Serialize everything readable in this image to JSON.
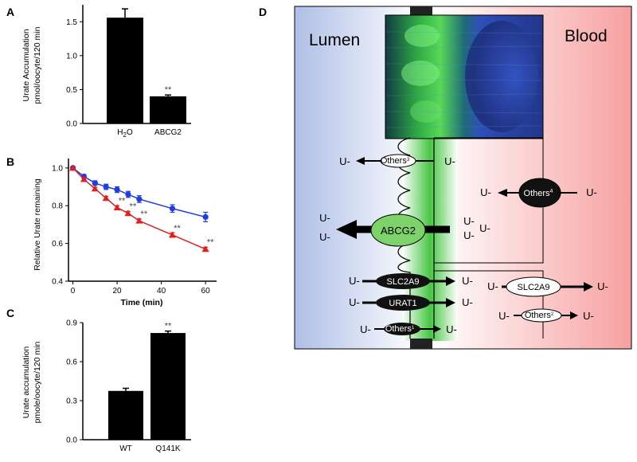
{
  "chart_data": [
    {
      "id": "A",
      "type": "bar",
      "title": "",
      "panel_label": "A",
      "categories": [
        "H2O",
        "ABCG2"
      ],
      "values": [
        1.56,
        0.4
      ],
      "errors": [
        0.13,
        0.02
      ],
      "significance": [
        "",
        "**"
      ],
      "ylabel_line1": "Urate Accumulation",
      "ylabel_line2": "pmol/oocyte/120 min",
      "ylim": [
        0,
        1.75
      ],
      "yticks": [
        "0.0",
        "0.5",
        "1.0",
        "1.5"
      ],
      "ytick_values": [
        0,
        0.5,
        1.0,
        1.5
      ],
      "bar_color": "#000000"
    },
    {
      "id": "B",
      "type": "line",
      "panel_label": "B",
      "xlabel": "Time (min)",
      "ylabel": "Relative Urate remaining",
      "xlim": [
        -2,
        65
      ],
      "ylim": [
        0.4,
        1.05
      ],
      "xticks": [
        "0",
        "20",
        "40",
        "60"
      ],
      "xtick_values": [
        0,
        20,
        40,
        60
      ],
      "yticks": [
        "0.4",
        "0.6",
        "0.8",
        "1.0"
      ],
      "ytick_values": [
        0.4,
        0.6,
        0.8,
        1.0
      ],
      "series": [
        {
          "color": "#1f3de0",
          "marker": "circle",
          "x": [
            0,
            5,
            10,
            15,
            20,
            25,
            30,
            45,
            60
          ],
          "y": [
            1.0,
            0.955,
            0.92,
            0.9,
            0.885,
            0.86,
            0.835,
            0.785,
            0.74
          ],
          "err": [
            0.008,
            0.01,
            0.012,
            0.014,
            0.015,
            0.016,
            0.018,
            0.02,
            0.025
          ]
        },
        {
          "color": "#e02020",
          "marker": "triangle",
          "x": [
            0,
            5,
            10,
            15,
            20,
            25,
            30,
            45,
            60
          ],
          "y": [
            1.0,
            0.94,
            0.89,
            0.84,
            0.79,
            0.76,
            0.72,
            0.645,
            0.57
          ],
          "err": [
            0.005,
            0.008,
            0.008,
            0.01,
            0.01,
            0.01,
            0.01,
            0.012,
            0.01
          ]
        }
      ],
      "significance": [
        {
          "x": 20,
          "label": "**"
        },
        {
          "x": 25,
          "label": "**"
        },
        {
          "x": 30,
          "label": "**"
        },
        {
          "x": 45,
          "label": "**"
        },
        {
          "x": 60,
          "label": "**"
        }
      ]
    },
    {
      "id": "C",
      "type": "bar",
      "panel_label": "C",
      "categories": [
        "WT",
        "Q141K"
      ],
      "values": [
        0.375,
        0.82
      ],
      "errors": [
        0.02,
        0.015
      ],
      "significance": [
        "",
        "**"
      ],
      "ylabel_line1": "Urate accumulation",
      "ylabel_line2": "pmole/oocyte/120 min",
      "ylim": [
        0,
        0.9
      ],
      "yticks": [
        "0.0",
        "0.3",
        "0.6",
        "0.9"
      ],
      "ytick_values": [
        0,
        0.3,
        0.6,
        0.9
      ],
      "bar_color": "#000000"
    }
  ],
  "diagram": {
    "panel_label": "D",
    "lumen_label": "Lumen",
    "blood_label": "Blood",
    "urate": "U-",
    "transporters": {
      "others3": "Others",
      "others3_sup": "3",
      "others4": "Others",
      "others4_sup": "4",
      "abcg2": "ABCG2",
      "slc2a9_apical": "SLC2A9",
      "urat1": "URAT1",
      "others1": "Others",
      "others1_sup": "1",
      "slc2a9_basolateral": "SLC2A9",
      "others2": "Others",
      "others2_sup": "2"
    }
  }
}
